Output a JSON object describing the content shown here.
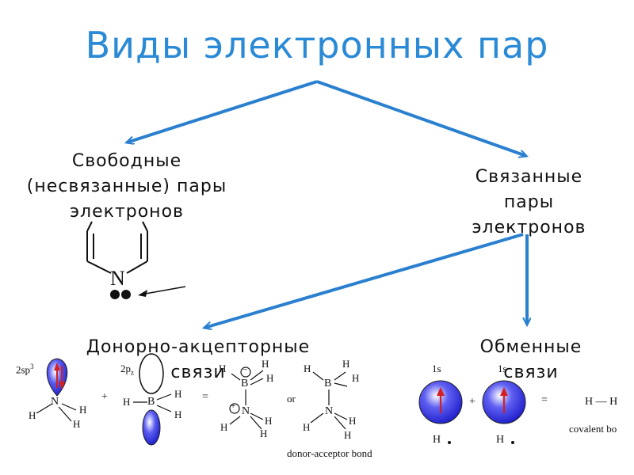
{
  "title": "Виды электронных пар",
  "nodes": {
    "free": [
      "Свободные",
      "(несвязанные) пары",
      "электронов"
    ],
    "bound": [
      "Связанные",
      "пары",
      "электронов"
    ],
    "donor": [
      "Донорно-акцепторные",
      "связи"
    ],
    "exchange": [
      "Обменные",
      "связи"
    ]
  },
  "pyridine": {
    "n": "N"
  },
  "donor_figure": {
    "orb1": "2sp",
    "orb1_sup": "3",
    "orb2": "2p",
    "orb2_sub": "z",
    "plus": "+",
    "equals": "=",
    "or": "or",
    "H": "H",
    "N": "N",
    "B": "B",
    "minus": "−",
    "plusc": "+",
    "caption": "donor-acceptor bond"
  },
  "exchange_figure": {
    "orb": "1s",
    "plus": "+",
    "equals": "=",
    "H": "H",
    "bond": "H — H",
    "caption": "covalent bo"
  },
  "colors": {
    "title": "#2a8ad6",
    "arrow": "#2a80cf",
    "orbital": "#2a2ae8"
  }
}
